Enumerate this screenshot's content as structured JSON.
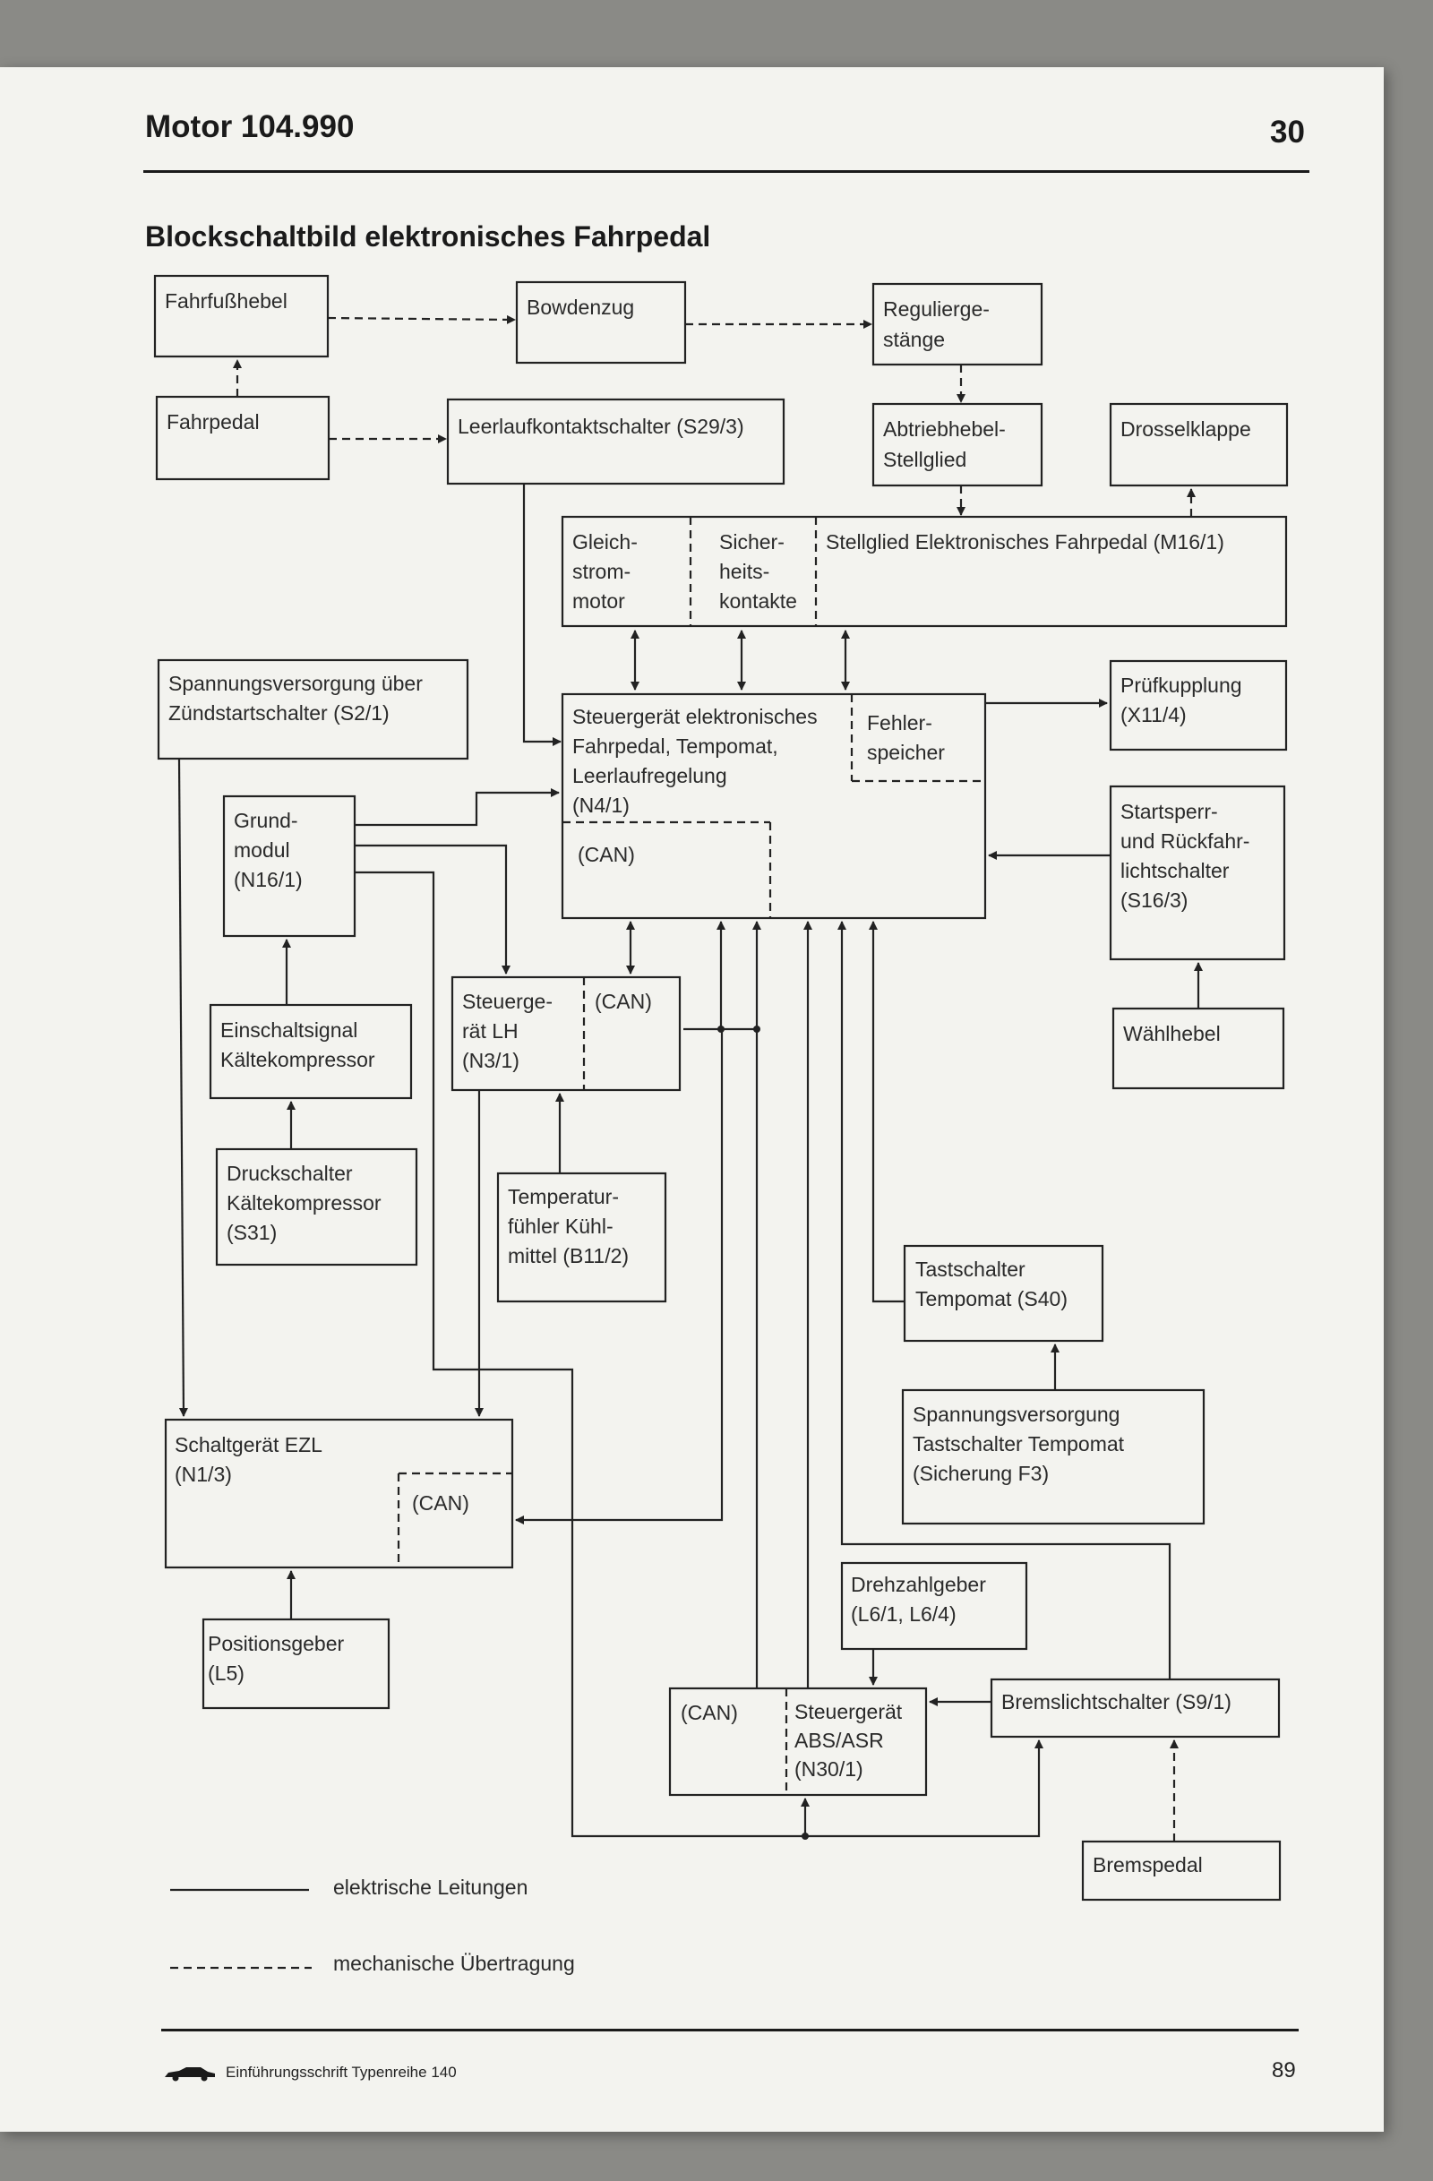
{
  "header": {
    "title": "Motor 104.990",
    "page_number": "30"
  },
  "section_title": "Blockschaltbild elektronisches Fahrpedal",
  "boxes": {
    "fahrfusshebel": [
      "Fahrfußhebel"
    ],
    "bowdenzug": [
      "Bowdenzug"
    ],
    "reguliergestaenge": [
      "Regulierge-",
      "stänge"
    ],
    "fahrpedal": [
      "Fahrpedal"
    ],
    "leerlaufkontaktschalter": [
      "Leerlaufkontaktschalter (S29/3)"
    ],
    "abtriebhebel": [
      "Abtriebhebel-",
      "Stellglied"
    ],
    "drosselklappe": [
      "Drosselklappe"
    ],
    "gleichstrommotor": [
      "Gleich-",
      "strom-",
      "motor"
    ],
    "sicherheitskontakte": [
      "Sicher-",
      "heits-",
      "kontakte"
    ],
    "stellglied_efp": [
      "Stellglied Elektronisches Fahrpedal (M16/1)"
    ],
    "spannungsversorgung_zuendstart": [
      "Spannungsversorgung über",
      "Zündstartschalter (S2/1)"
    ],
    "steuergeraet_n4": [
      "Steuergerät elektronisches",
      "Fahrpedal, Tempomat,",
      "Leerlaufregelung",
      "(N4/1)"
    ],
    "fehlerspeicher": [
      "Fehler-",
      "speicher"
    ],
    "n4_can": [
      "(CAN)"
    ],
    "pruefkupplung": [
      "Prüfkupplung",
      "(X11/4)"
    ],
    "grundmodul": [
      "Grund-",
      "modul",
      "(N16/1)"
    ],
    "startsperr": [
      "Startsperr-",
      "und Rückfahr-",
      "lichtschalter",
      "(S16/3)"
    ],
    "waehlhebel": [
      "Wählhebel"
    ],
    "einschaltsignal": [
      "Einschaltsignal",
      "Kältekompressor"
    ],
    "steuergeraet_lh": [
      "Steuerge-",
      "rät LH",
      "(N3/1)"
    ],
    "lh_can": [
      "(CAN)"
    ],
    "druckschalter": [
      "Druckschalter",
      "Kältekompressor",
      "(S31)"
    ],
    "temperaturfuehler": [
      "Temperatur-",
      "fühler Kühl-",
      "mittel (B11/2)"
    ],
    "tastschalter": [
      "Tastschalter",
      "Tempomat (S40)"
    ],
    "spannungsversorgung_tempomat": [
      "Spannungsversorgung",
      "Tastschalter Tempomat",
      "(Sicherung F3)"
    ],
    "schaltgeraet_ezl": [
      "Schaltgerät EZL",
      "(N1/3)"
    ],
    "ezl_can": [
      "(CAN)"
    ],
    "drehzahlgeber": [
      "Drehzahlgeber",
      "(L6/1, L6/4)"
    ],
    "positionsgeber": [
      "Positionsgeber",
      "(L5)"
    ],
    "abs_can": [
      "(CAN)"
    ],
    "steuergeraet_abs": [
      "Steuergerät",
      "ABS/ASR",
      "(N30/1)"
    ],
    "bremslichtschalter": [
      "Bremslichtschalter (S9/1)"
    ],
    "bremspedal": [
      "Bremspedal"
    ]
  },
  "legend": {
    "electrical": "elektrische Leitungen",
    "mechanical": "mechanische Übertragung"
  },
  "footer": {
    "text": "Einführungsschrift Typenreihe 140",
    "page_number": "89"
  }
}
